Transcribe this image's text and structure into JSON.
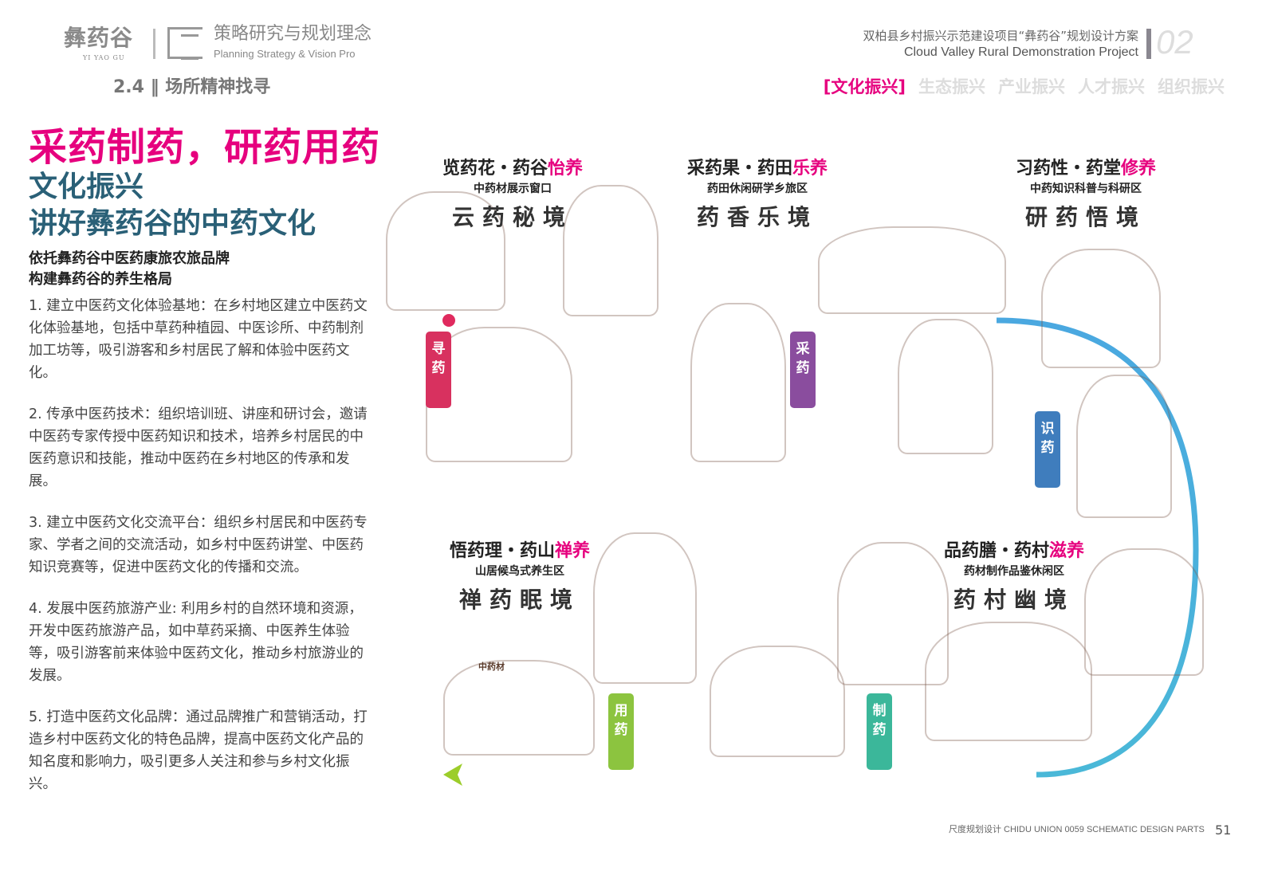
{
  "header": {
    "logo_cn": "彝药谷",
    "logo_en": "YI YAO GU",
    "title": "策略研究与规划理念",
    "subtitle": "Planning Strategy & Vision Pro",
    "section": "2.4 ‖ 场所精神找寻",
    "project_cn": "双柏县乡村振兴示范建设项目“彝药谷”规划设计方案",
    "project_en": "Cloud Valley Rural Demonstration Project",
    "chapter_num": "02"
  },
  "tabs": [
    {
      "label": "[文化振兴]",
      "active": true
    },
    {
      "label": "生态振兴",
      "active": false
    },
    {
      "label": "产业振兴",
      "active": false
    },
    {
      "label": "人才振兴",
      "active": false
    },
    {
      "label": "组织振兴",
      "active": false
    }
  ],
  "left": {
    "headline": "采药制药，研药用药",
    "sub1": "文化振兴",
    "sub2": "讲好彝药谷的中药文化",
    "lead1": "依托彝药谷中医药康旅农旅品牌",
    "lead2": "构建彝药谷的养生格局",
    "paragraphs": [
      "1. 建立中医药文化体验基地：在乡村地区建立中医药文化体验基地，包括中草药种植园、中医诊所、中药制剂加工坊等，吸引游客和乡村居民了解和体验中医药文化。",
      "2. 传承中医药技术：组织培训班、讲座和研讨会，邀请中医药专家传授中医药知识和技术，培养乡村居民的中医药意识和技能，推动中医药在乡村地区的传承和发展。",
      "3. 建立中医药文化交流平台：组织乡村居民和中医药专家、学者之间的交流活动，如乡村中医药讲堂、中医药知识竞赛等，促进中医药文化的传播和交流。",
      "4. 发展中医药旅游产业: 利用乡村的自然环境和资源，开发中医药旅游产品，如中草药采摘、中医养生体验等，吸引游客前来体验中医药文化，推动乡村旅游业的发展。",
      "5. 打造中医药文化品牌：通过品牌推广和营销活动，打造乡村中医药文化的特色品牌，提高中医药文化产品的知名度和影响力，吸引更多人关注和参与乡村文化振兴。"
    ]
  },
  "zones": [
    {
      "title": "览药花・药谷",
      "hl": "怡养",
      "sub": "中药材展示窗口",
      "callig": "云药秘境"
    },
    {
      "title": "采药果・药田",
      "hl": "乐养",
      "sub": "药田休闲研学乡旅区",
      "callig": "药香乐境"
    },
    {
      "title": "习药性・药堂",
      "hl": "修养",
      "sub": "中药知识科普与科研区",
      "callig": "研药悟境"
    },
    {
      "title": "悟药理・药山",
      "hl": "禅养",
      "sub": "山居候鸟式养生区",
      "callig": "禅药眠境"
    },
    {
      "title": "品药膳・药村",
      "hl": "滋养",
      "sub": "药材制作品鉴休闲区",
      "callig": "药村幽境"
    }
  ],
  "tags": [
    {
      "label": "寻药",
      "color": "#d8315f"
    },
    {
      "label": "采药",
      "color": "#8a4d9e"
    },
    {
      "label": "识药",
      "color": "#3f7dbd"
    },
    {
      "label": "用药",
      "color": "#8cc43f"
    },
    {
      "label": "制药",
      "color": "#3bb79a"
    }
  ],
  "illustration_label": "中药材",
  "footer": {
    "text": "尺度规划设计 CHIDU UNION 0059 SCHEMATIC DESIGN PARTS",
    "page": "51"
  },
  "colors": {
    "accent": "#e6007e",
    "teal": "#2a6077"
  }
}
